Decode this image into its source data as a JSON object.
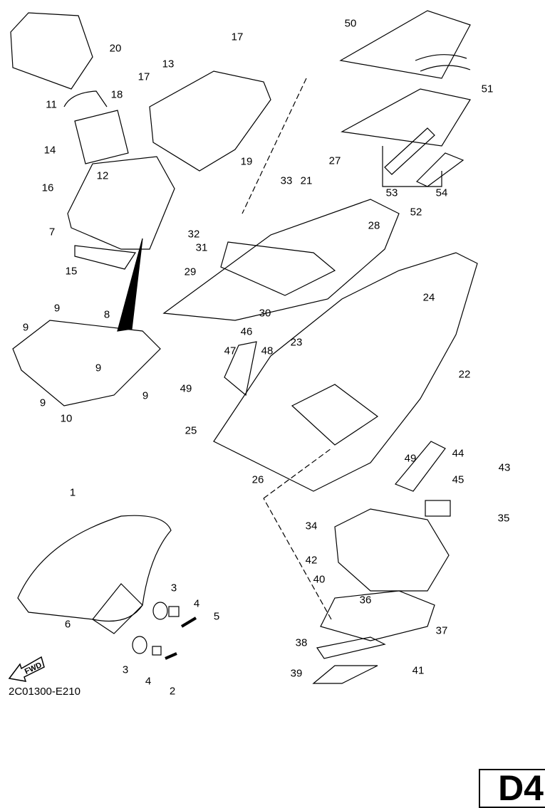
{
  "diagram_code": "2C01300-E210",
  "page_id": "D4",
  "fwd_label": "FWD",
  "callouts": [
    "20",
    "17",
    "13",
    "17",
    "18",
    "11",
    "14",
    "12",
    "16",
    "19",
    "7",
    "15",
    "33",
    "21",
    "27",
    "32",
    "31",
    "28",
    "29",
    "30",
    "9",
    "8",
    "9",
    "9",
    "9",
    "10",
    "9",
    "46",
    "47",
    "48",
    "49",
    "23",
    "22",
    "24",
    "25",
    "26",
    "49",
    "44",
    "43",
    "45",
    "50",
    "51",
    "53",
    "54",
    "52",
    "1",
    "34",
    "35",
    "42",
    "3",
    "4",
    "5",
    "6",
    "40",
    "36",
    "37",
    "38",
    "41",
    "3",
    "4",
    "2",
    "39"
  ],
  "line_color": "#000000"
}
